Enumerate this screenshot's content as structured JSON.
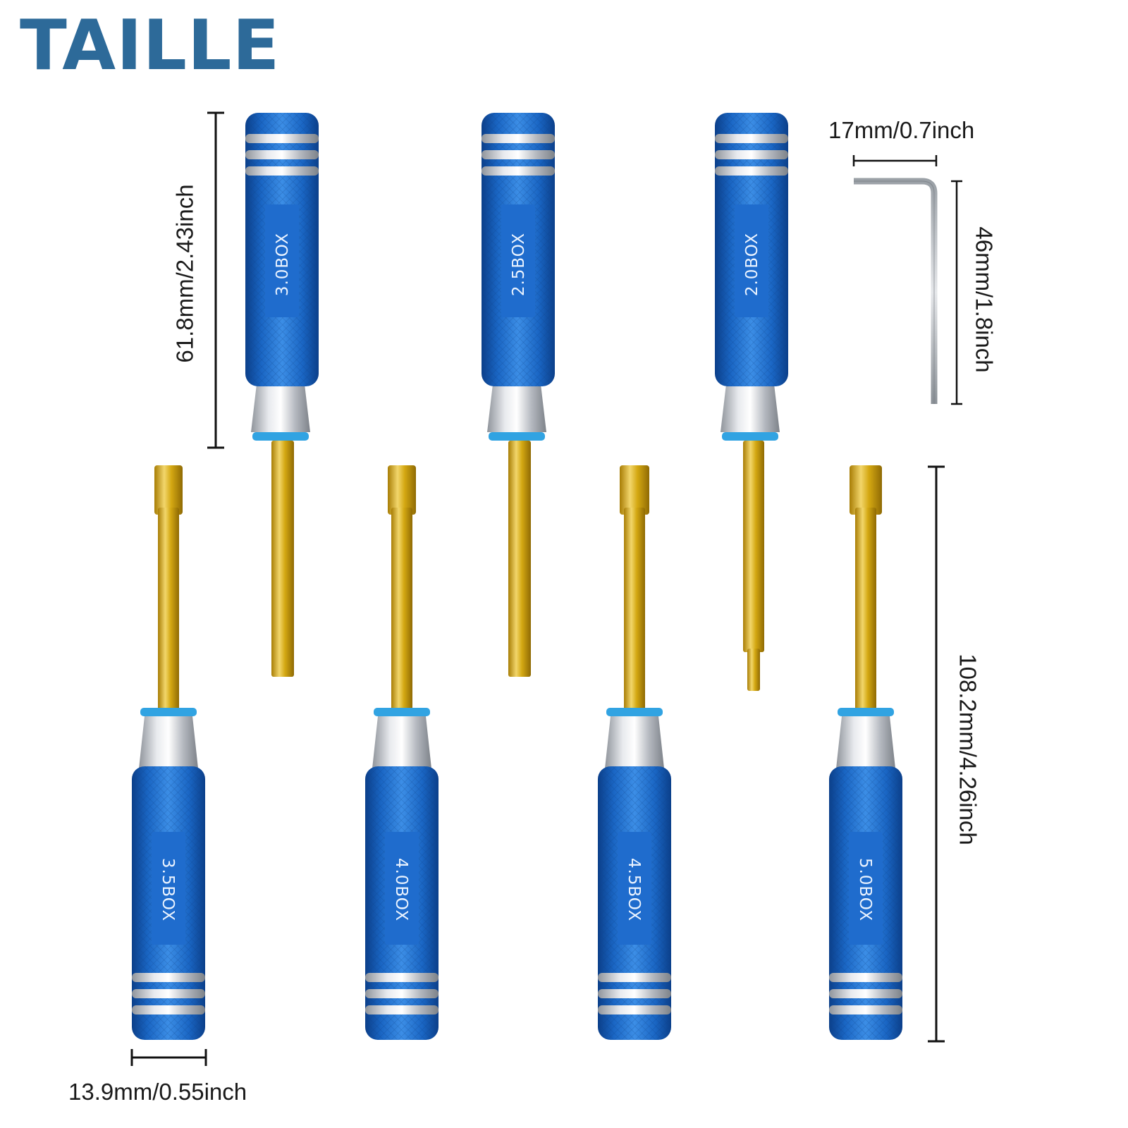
{
  "title": "TAILLE",
  "dimensions": {
    "handle_length": "61.8mm/2.43inch",
    "total_length": "108.2mm/4.26inch",
    "handle_diameter": "13.9mm/0.55inch",
    "hex_key_width": "17mm/0.7inch",
    "hex_key_length": "46mm/1.8inch"
  },
  "tools": [
    {
      "label": "3.0BOX"
    },
    {
      "label": "2.5BOX"
    },
    {
      "label": "2.0BOX"
    },
    {
      "label": "3.5BOX"
    },
    {
      "label": "4.0BOX"
    },
    {
      "label": "4.5BOX"
    },
    {
      "label": "5.0BOX"
    }
  ],
  "colors": {
    "title": "#2d6a99",
    "handle_blue": "#1a66c4",
    "shaft_gold": "#d4a812",
    "chrome": "#c8ccd2"
  }
}
